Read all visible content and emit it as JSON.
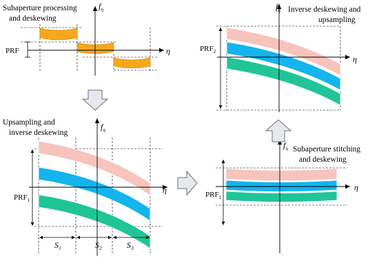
{
  "colors": {
    "orange": "#f5a81c",
    "orange_edge": "#c98300",
    "pink": "#f7c3bd",
    "blue": "#14b4ec",
    "green": "#20c597",
    "arrow_fill": "#e6e8ee",
    "arrow_edge": "#6a6f7d"
  },
  "panels": {
    "p1": {
      "caption_line1": "Subaperture processing",
      "caption_line2": "and deskewing",
      "axis_y": "f",
      "axis_y_sub": "η",
      "axis_x": "η",
      "prf": "PRF"
    },
    "p2": {
      "caption_line1": "Upsampling and",
      "caption_line2": "inverse deskewing",
      "axis_y": "f",
      "axis_y_sub": "η",
      "axis_x": "η",
      "prf": "PRF",
      "prf_sub": "1",
      "segments": [
        {
          "s": "S",
          "sub": "1"
        },
        {
          "s": "S",
          "sub": "2"
        },
        {
          "s": "S",
          "sub": "3"
        }
      ]
    },
    "p3": {
      "caption_line1": "Inverse deskewing and",
      "caption_line2": "upsampling",
      "axis_y": "f",
      "axis_y_sub": "η",
      "axis_x": "η",
      "prf": "PRF",
      "prf_sub": "2"
    },
    "p4": {
      "caption_line1": "Subaperture stitching",
      "caption_line2": "and deskewing",
      "axis_y": "f",
      "axis_y_sub": "η",
      "axis_x": "η",
      "prf": "PRF",
      "prf_sub": "1"
    }
  },
  "flow_arrows": [
    {
      "direction": "down"
    },
    {
      "direction": "right"
    },
    {
      "direction": "up"
    }
  ]
}
